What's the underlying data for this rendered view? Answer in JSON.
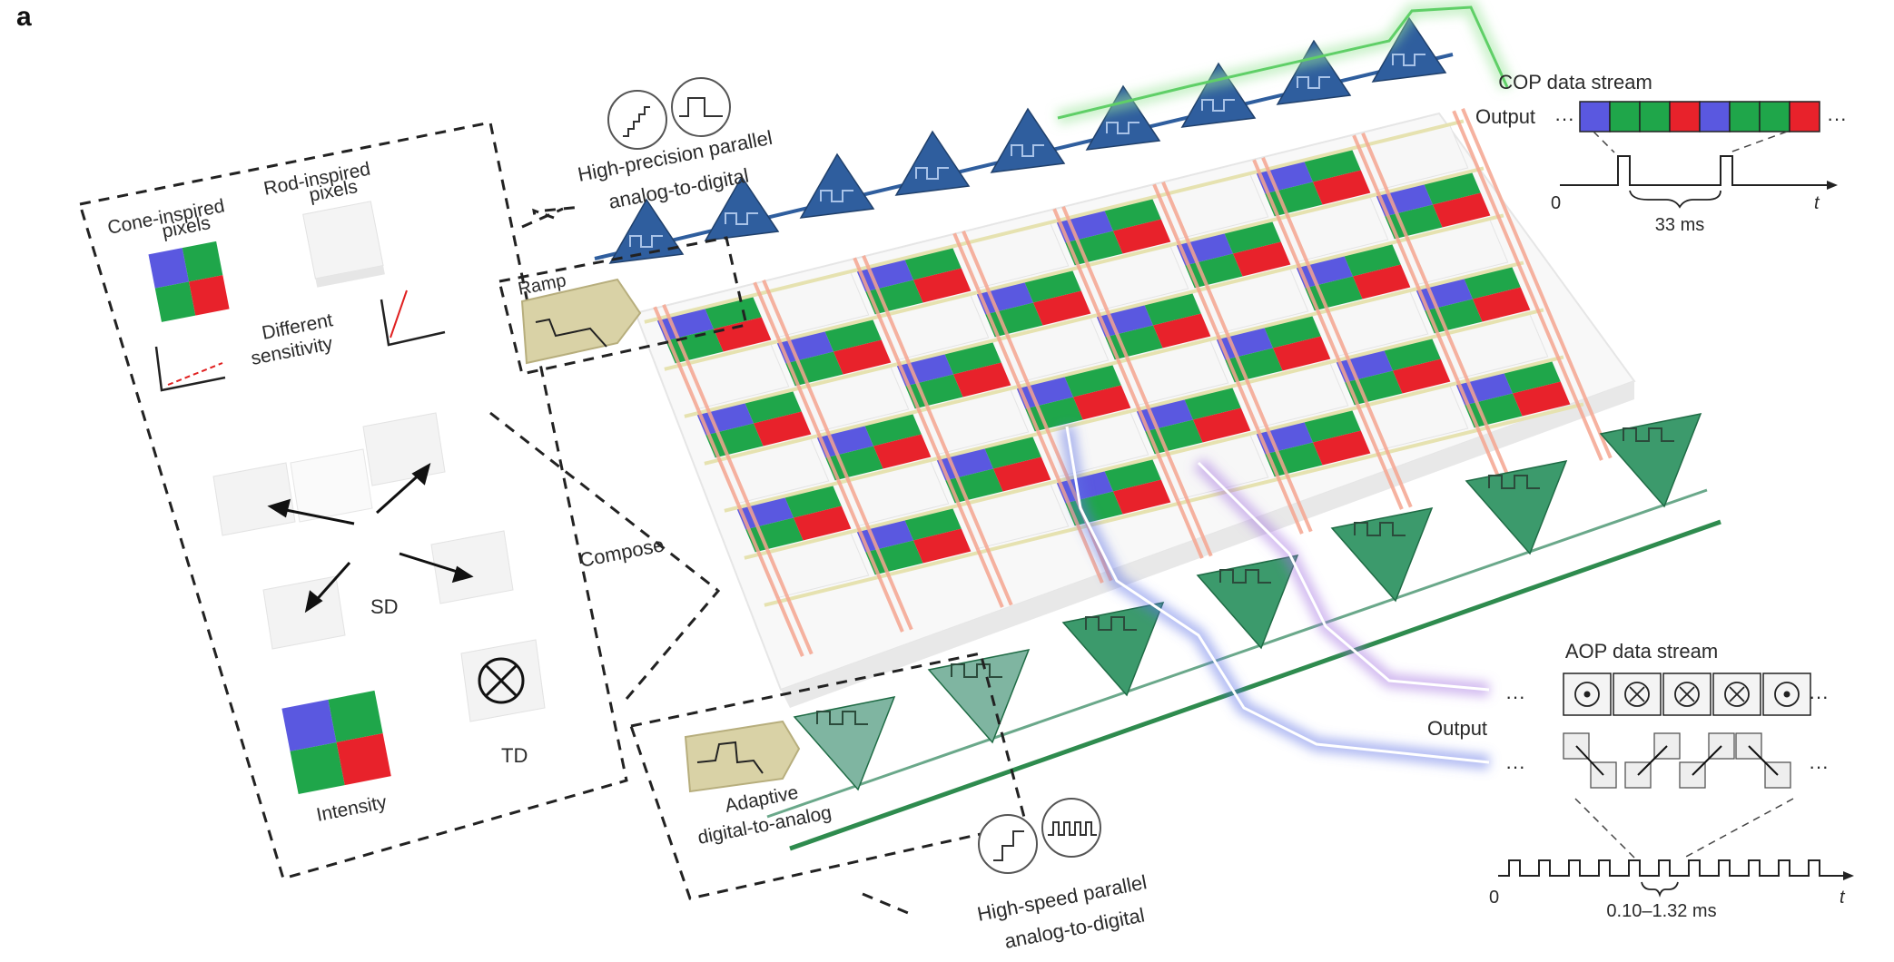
{
  "figure": {
    "panel_letter": "a"
  },
  "left_panel": {
    "cone_label_1": "Cone-inspired",
    "cone_label_2": "pixels",
    "rod_label_1": "Rod-inspired",
    "rod_label_2": "pixels",
    "sensitivity_1": "Different",
    "sensitivity_2": "sensitivity",
    "sd_label": "SD",
    "td_label": "TD",
    "intensity_label": "Intensity"
  },
  "compose_label": "Compose",
  "top_adc": {
    "label_1": "High-precision parallel",
    "label_2": "analog-to-digital",
    "ramp_label": "Ramp"
  },
  "bottom_dac": {
    "label_1": "Adaptive",
    "label_2": "digital-to-analog"
  },
  "bottom_adc": {
    "label_1": "High-speed parallel",
    "label_2": "analog-to-digital"
  },
  "cop_stream": {
    "title": "COP data stream",
    "output_label": "Output",
    "ellipsis": "···",
    "cells": [
      "blue",
      "green",
      "green",
      "red",
      "blue",
      "green",
      "green",
      "red"
    ],
    "t0": "0",
    "t_label": "t",
    "interval": "33 ms"
  },
  "aop_stream": {
    "title": "AOP data stream",
    "output_label": "Output",
    "ellipsis": "···",
    "symbols": [
      "dot",
      "cross",
      "cross",
      "cross",
      "dot"
    ],
    "t0": "0",
    "t_label": "t",
    "interval": "0.10–1.32 ms"
  },
  "colors": {
    "blue": "#5a58e0",
    "green": "#1fa64a",
    "red": "#e8222b",
    "white_pixel": "#f7f7f7",
    "adc_blue": "#2f5e9e",
    "adc_green": "#3c9a6c",
    "wire_salmon": "#f4a58f",
    "wire_yellow": "#e6e2b0",
    "glow_green": "#9be59a",
    "glow_blue": "#5b6fe6",
    "glow_purple": "#a16fe0",
    "ramp_box": "#d9d2a6"
  }
}
